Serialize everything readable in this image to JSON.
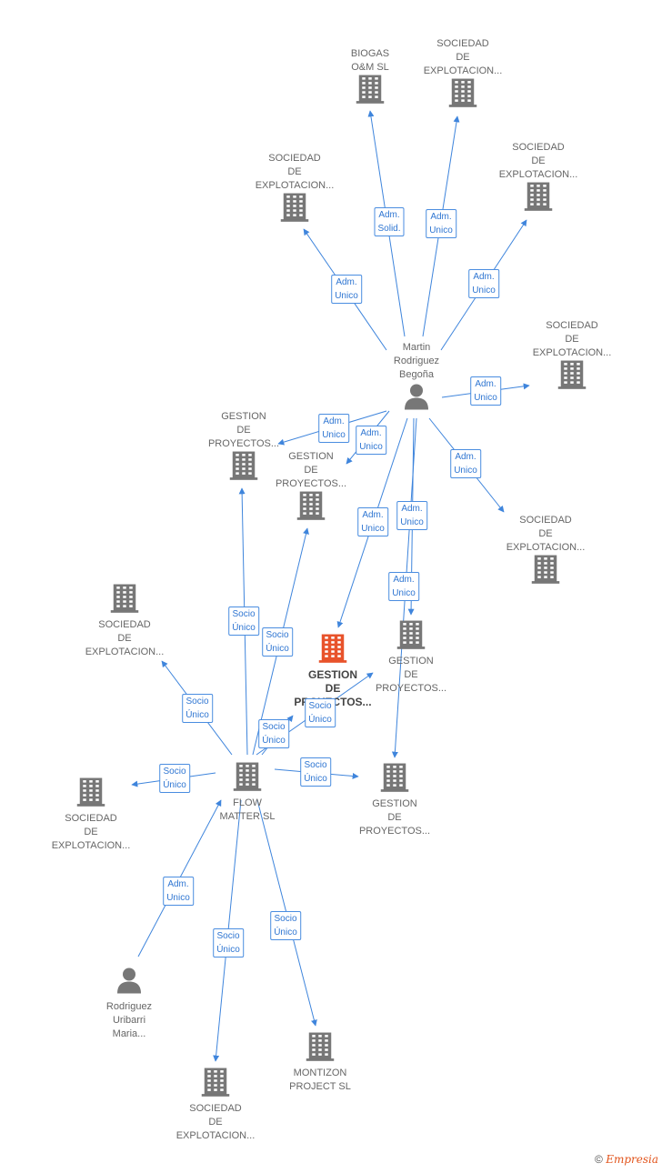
{
  "colors": {
    "edge": "#3f85dc",
    "building": "#777777",
    "building_main": "#e8532b",
    "person": "#777777"
  },
  "nodes": [
    {
      "id": "biogas",
      "kind": "company",
      "lines": [
        "BIOGAS",
        "O&M SL"
      ],
      "label_pos": "above"
    },
    {
      "id": "soc1",
      "kind": "company",
      "lines": [
        "SOCIEDAD",
        "DE",
        "EXPLOTACION..."
      ],
      "label_pos": "above"
    },
    {
      "id": "soc2",
      "kind": "company",
      "lines": [
        "SOCIEDAD",
        "DE",
        "EXPLOTACION..."
      ],
      "label_pos": "above"
    },
    {
      "id": "soc3",
      "kind": "company",
      "lines": [
        "SOCIEDAD",
        "DE",
        "EXPLOTACION..."
      ],
      "label_pos": "above"
    },
    {
      "id": "soc4",
      "kind": "company",
      "lines": [
        "SOCIEDAD",
        "DE",
        "EXPLOTACION..."
      ],
      "label_pos": "above"
    },
    {
      "id": "martin",
      "kind": "person",
      "lines": [
        "Martin",
        "Rodriguez",
        "Begoña"
      ],
      "label_pos": "above"
    },
    {
      "id": "gest1",
      "kind": "company",
      "lines": [
        "GESTION",
        "DE",
        "PROYECTOS..."
      ],
      "label_pos": "above"
    },
    {
      "id": "gest2",
      "kind": "company",
      "lines": [
        "GESTION",
        "DE",
        "PROYECTOS..."
      ],
      "label_pos": "above"
    },
    {
      "id": "soc5",
      "kind": "company",
      "lines": [
        "SOCIEDAD",
        "DE",
        "EXPLOTACION..."
      ],
      "label_pos": "above"
    },
    {
      "id": "soc6",
      "kind": "company",
      "lines": [
        "SOCIEDAD",
        "DE",
        "EXPLOTACION..."
      ],
      "label_pos": "below"
    },
    {
      "id": "main",
      "kind": "company_main",
      "lines": [
        "GESTION",
        "DE",
        "PROYECTOS..."
      ],
      "label_pos": "below"
    },
    {
      "id": "gest3",
      "kind": "company",
      "lines": [
        "GESTION",
        "DE",
        "PROYECTOS..."
      ],
      "label_pos": "below"
    },
    {
      "id": "flow",
      "kind": "company",
      "lines": [
        "FLOW",
        "MATTER SL"
      ],
      "label_pos": "below"
    },
    {
      "id": "soc7",
      "kind": "company",
      "lines": [
        "SOCIEDAD",
        "DE",
        "EXPLOTACION..."
      ],
      "label_pos": "below"
    },
    {
      "id": "gest4",
      "kind": "company",
      "lines": [
        "GESTION",
        "DE",
        "PROYECTOS..."
      ],
      "label_pos": "below"
    },
    {
      "id": "rodriguez",
      "kind": "person",
      "lines": [
        "Rodriguez",
        "Uribarri",
        "Maria..."
      ],
      "label_pos": "below"
    },
    {
      "id": "soc8",
      "kind": "company",
      "lines": [
        "SOCIEDAD",
        "DE",
        "EXPLOTACION..."
      ],
      "label_pos": "below"
    },
    {
      "id": "montizon",
      "kind": "company",
      "lines": [
        "MONTIZON",
        "PROJECT  SL"
      ],
      "label_pos": "below"
    }
  ],
  "edges": [
    {
      "from": "martin",
      "to": "biogas",
      "lines": [
        "Adm.",
        "Solid."
      ]
    },
    {
      "from": "martin",
      "to": "soc1",
      "lines": [
        "Adm.",
        "Unico"
      ]
    },
    {
      "from": "martin",
      "to": "soc2",
      "lines": [
        "Adm.",
        "Unico"
      ]
    },
    {
      "from": "martin",
      "to": "soc3",
      "lines": [
        "Adm.",
        "Unico"
      ]
    },
    {
      "from": "martin",
      "to": "soc4",
      "lines": [
        "Adm.",
        "Unico"
      ]
    },
    {
      "from": "martin",
      "to": "gest1",
      "lines": [
        "Adm.",
        "Unico"
      ]
    },
    {
      "from": "martin",
      "to": "gest2",
      "lines": [
        "Adm.",
        "Unico"
      ]
    },
    {
      "from": "martin",
      "to": "soc5",
      "lines": [
        "Adm.",
        "Unico"
      ]
    },
    {
      "from": "martin",
      "to": "main",
      "lines": [
        "Adm.",
        "Unico"
      ]
    },
    {
      "from": "martin",
      "to": "gest3",
      "lines": [
        "Adm.",
        "Unico"
      ]
    },
    {
      "from": "martin",
      "to": "gest4",
      "lines": [
        "Adm.",
        "Unico"
      ]
    },
    {
      "from": "flow",
      "to": "gest1",
      "lines": [
        "Socio",
        "Único"
      ]
    },
    {
      "from": "flow",
      "to": "gest2",
      "lines": [
        "Socio",
        "Único"
      ]
    },
    {
      "from": "flow",
      "to": "soc6",
      "lines": [
        "Socio",
        "Único"
      ]
    },
    {
      "from": "flow",
      "to": "main",
      "lines": [
        "Socio",
        "Único"
      ]
    },
    {
      "from": "flow",
      "to": "main",
      "lines": [
        "Socio",
        "Único"
      ]
    },
    {
      "from": "flow",
      "to": "soc7",
      "lines": [
        "Socio",
        "Único"
      ]
    },
    {
      "from": "flow",
      "to": "gest4",
      "lines": [
        "Socio",
        "Único"
      ]
    },
    {
      "from": "rodriguez",
      "to": "flow",
      "lines": [
        "Adm.",
        "Unico"
      ]
    },
    {
      "from": "flow",
      "to": "soc8",
      "lines": [
        "Socio",
        "Único"
      ]
    },
    {
      "from": "flow",
      "to": "montizon",
      "lines": [
        "Socio",
        "Único"
      ]
    }
  ],
  "footer": {
    "copyright": "©",
    "brand": "Empresia"
  }
}
